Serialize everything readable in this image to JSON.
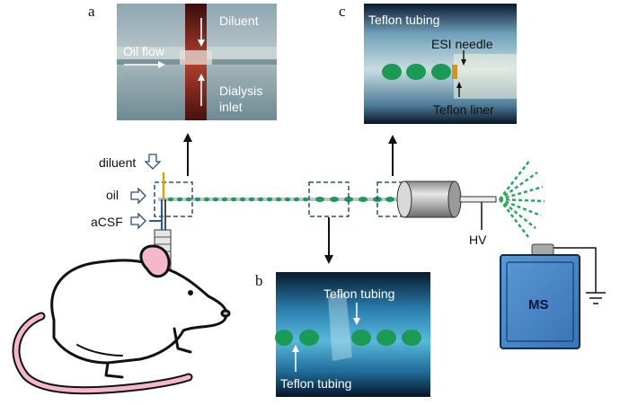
{
  "panels": {
    "a": {
      "letter": "a",
      "oil_flow": "Oil flow",
      "diluent": "Diluent",
      "dialysis_inlet_line1": "Dialysis",
      "dialysis_inlet_line2": "inlet"
    },
    "b": {
      "letter": "b",
      "teflon_tubing_top": "Teflon tubing",
      "teflon_tubing_bottom": "Teflon tubing"
    },
    "c": {
      "letter": "c",
      "teflon_tubing": "Teflon tubing",
      "esi_needle": "ESI needle",
      "teflon_liner": "Teflon liner"
    }
  },
  "inputs": {
    "diluent": "diluent",
    "oil": "oil",
    "acsf": "aCSF"
  },
  "hv_label": "HV",
  "ms_label": "MS",
  "colors": {
    "droplet_green": "#1a9a55",
    "box_blue": "#2e4d7a",
    "ms_blue": "#4a86c8",
    "spray_green": "#2aa85a",
    "mouse_pink": "#f4b8c8"
  }
}
